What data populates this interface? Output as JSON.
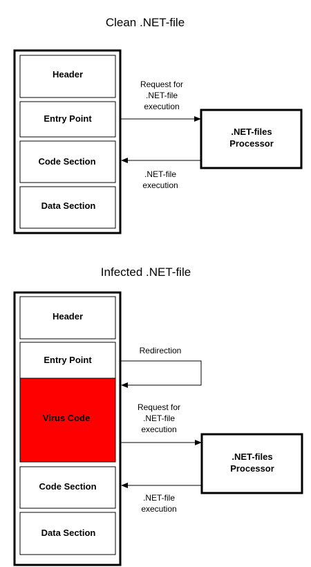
{
  "clean": {
    "title": "Clean .NET-file",
    "sections": [
      "Header",
      "Entry Point",
      "Code Section",
      "Data Section"
    ],
    "processor": [
      ".NET-files",
      "Processor"
    ],
    "request_label": [
      "Request for",
      ".NET-file",
      "execution"
    ],
    "execution_label": [
      ".NET-file",
      "execution"
    ]
  },
  "infected": {
    "title": "Infected .NET-file",
    "sections": [
      "Header",
      "Entry Point",
      "Virus Code",
      "Code Section",
      "Data Section"
    ],
    "processor": [
      ".NET-files",
      "Processor"
    ],
    "redirection_label": "Redirection",
    "request_label": [
      "Request for",
      ".NET-file",
      "execution"
    ],
    "execution_label": [
      ".NET-file",
      "execution"
    ]
  },
  "colors": {
    "virus_fill": "#ff0000",
    "stroke": "#000000"
  }
}
